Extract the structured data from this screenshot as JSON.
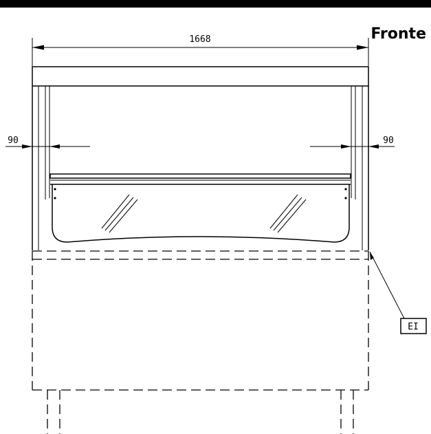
{
  "view_title": "Fronte",
  "dimensions": {
    "overall_width": "1668",
    "left_side_depth": "90",
    "right_side_depth": "90"
  },
  "callout": {
    "label": "EI"
  }
}
